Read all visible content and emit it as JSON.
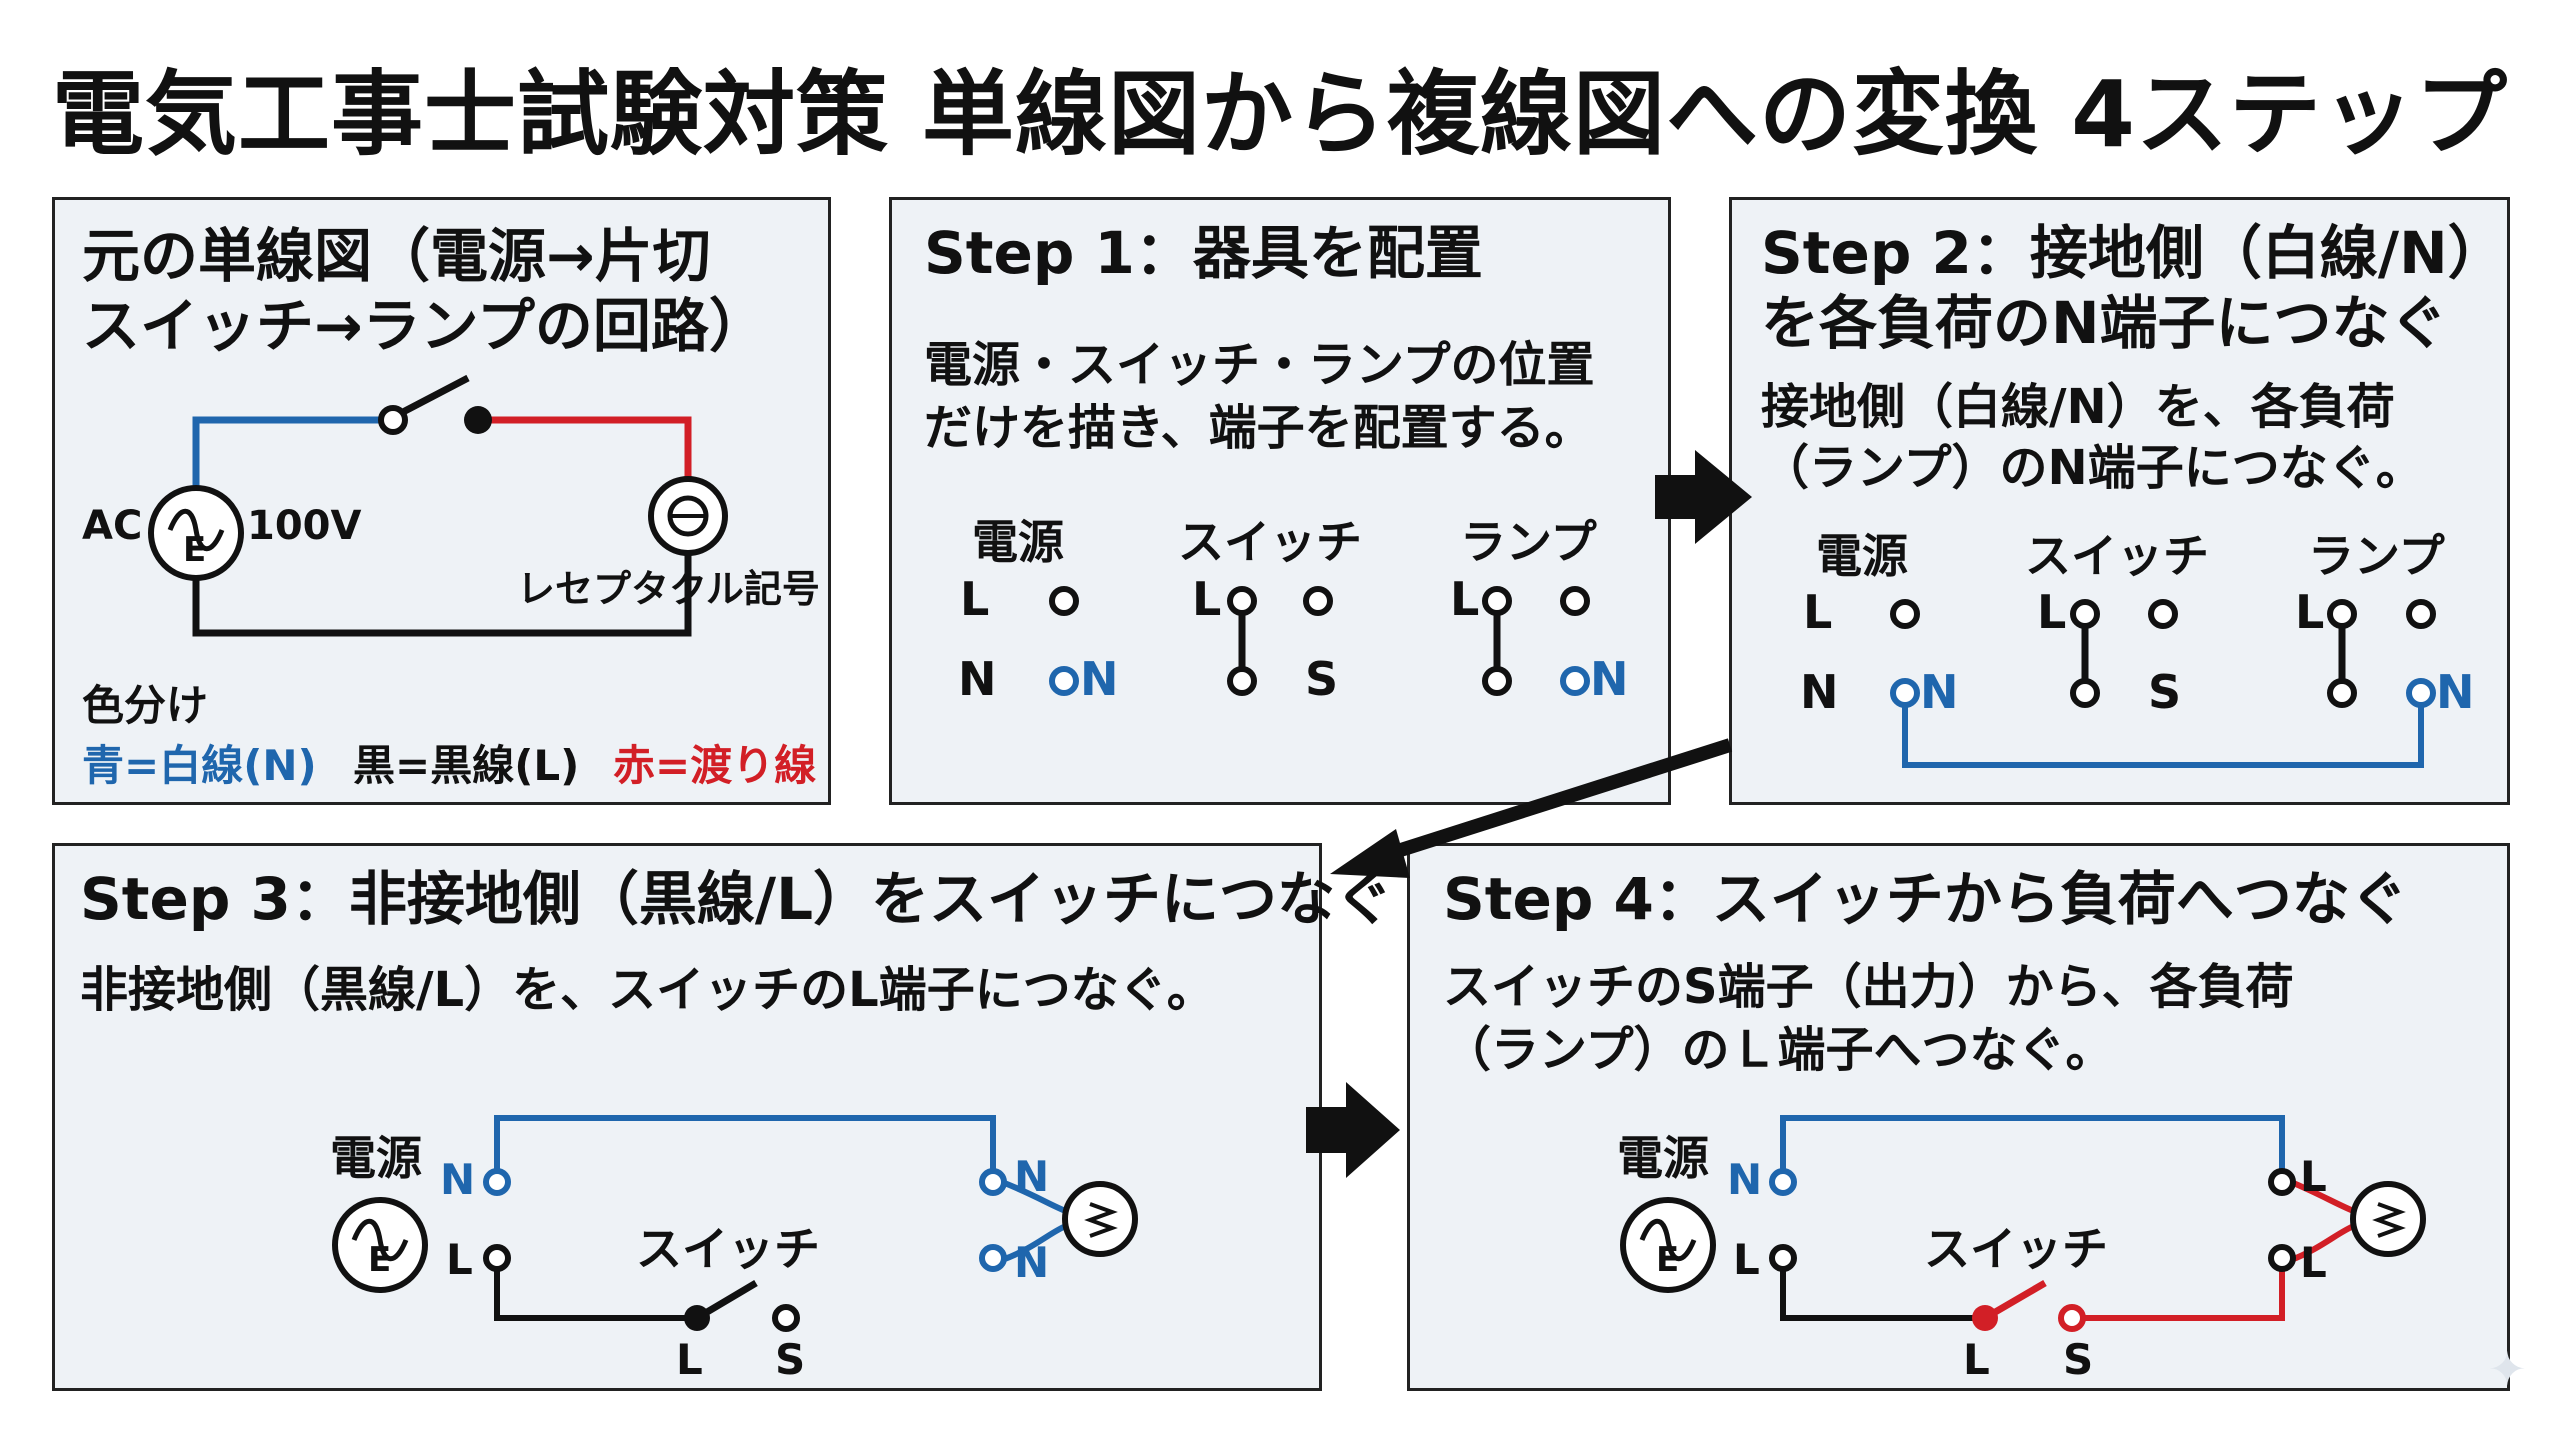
{
  "title": "電気工事士試験対策 単線図から複線図への変換 4ステップ",
  "colors": {
    "blue": "#1f66ad",
    "red": "#d21f26",
    "black": "#111111",
    "panel_bg": "#eef2f6"
  },
  "original": {
    "heading_lines": [
      "元の単線図（電源→片切",
      "スイッチ→ランプの回路）"
    ],
    "label_ac": "AC",
    "label_voltage": "100V",
    "label_e": "E",
    "label_receptacle": "レセプタクル記号",
    "legend_title": "色分け",
    "legend_blue": "青=白線(N)",
    "legend_black": "黒=黒線(L)",
    "legend_red": "赤=渡り線"
  },
  "step1": {
    "heading": "Step 1：器具を配置",
    "desc_lines": [
      "電源・スイッチ・ランプの位置",
      "だけを描き、端子を配置する。"
    ],
    "col_source": "電源",
    "col_switch": "スイッチ",
    "col_lamp": "ランプ",
    "l": "L",
    "n": "N",
    "s": "S"
  },
  "step2": {
    "heading_lines": [
      "Step 2：接地側（白線/N）",
      "を各負荷のN端子につなぐ"
    ],
    "desc_lines": [
      "接地側（白線/N）を、各負荷",
      "（ランプ）のN端子につなぐ。"
    ],
    "col_source": "電源",
    "col_switch": "スイッチ",
    "col_lamp": "ランプ",
    "l": "L",
    "n": "N",
    "s": "S"
  },
  "step3": {
    "heading": "Step 3：非接地側（黒線/L）をスイッチにつなぐ",
    "desc": "非接地側（黒線/L）を、スイッチのL端子につなぐ。",
    "label_source": "電源",
    "label_switch": "スイッチ",
    "e": "E",
    "l": "L",
    "n": "N",
    "s": "S"
  },
  "step4": {
    "heading": "Step 4：スイッチから負荷へつなぐ",
    "desc_lines": [
      "スイッチのS端子（出力）から、各負荷",
      "（ランプ）のＬ端子へつなぐ。"
    ],
    "label_source": "電源",
    "label_switch": "スイッチ",
    "e": "E",
    "l": "L",
    "n": "N",
    "s": "S"
  },
  "icons": [
    "arrow-right-icon",
    "arrow-diagonal-icon",
    "ac-source-icon",
    "lamp-icon",
    "switch-icon",
    "sparkle-icon"
  ]
}
